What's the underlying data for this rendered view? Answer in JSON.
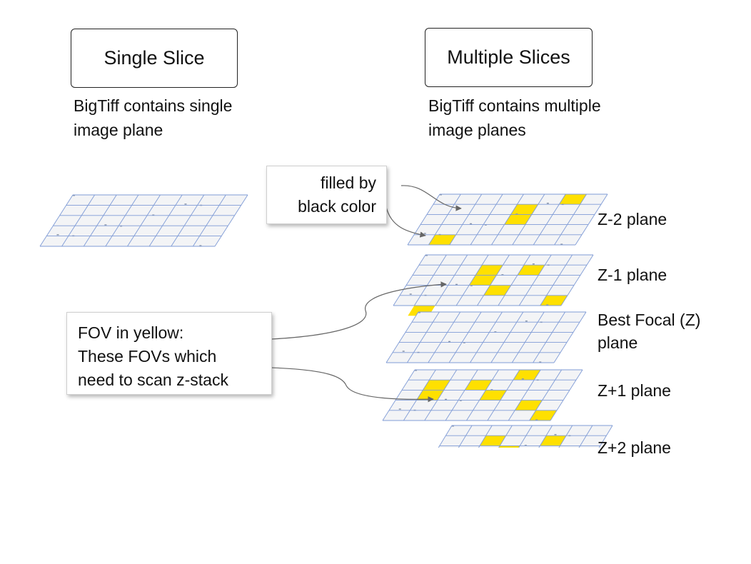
{
  "left_panel": {
    "title": "Single Slice",
    "caption_lines": [
      "BigTiff contains single",
      "image plane"
    ]
  },
  "right_panel": {
    "title": "Multiple Slices",
    "caption_lines": [
      "BigTiff contains multiple",
      "image planes"
    ]
  },
  "callouts": {
    "black_fill": {
      "lines": [
        "filled by",
        "black color"
      ]
    },
    "fov": {
      "lines": [
        "FOV in yellow:",
        "These FOVs which",
        "need to scan z-stack"
      ]
    }
  },
  "plane_labels": {
    "z_minus_2": "Z-2 plane",
    "z_minus_1": "Z-1 plane",
    "best_focal": [
      "Best Focal (Z)",
      "plane"
    ],
    "z_plus_1": "Z+1 plane",
    "z_plus_2": "Z+2 plane"
  },
  "colors": {
    "grid_line": "#7f9bd6",
    "plane_fill": "#f3f4f6",
    "fov_highlight": "#ffe000",
    "arrow": "#666666"
  }
}
